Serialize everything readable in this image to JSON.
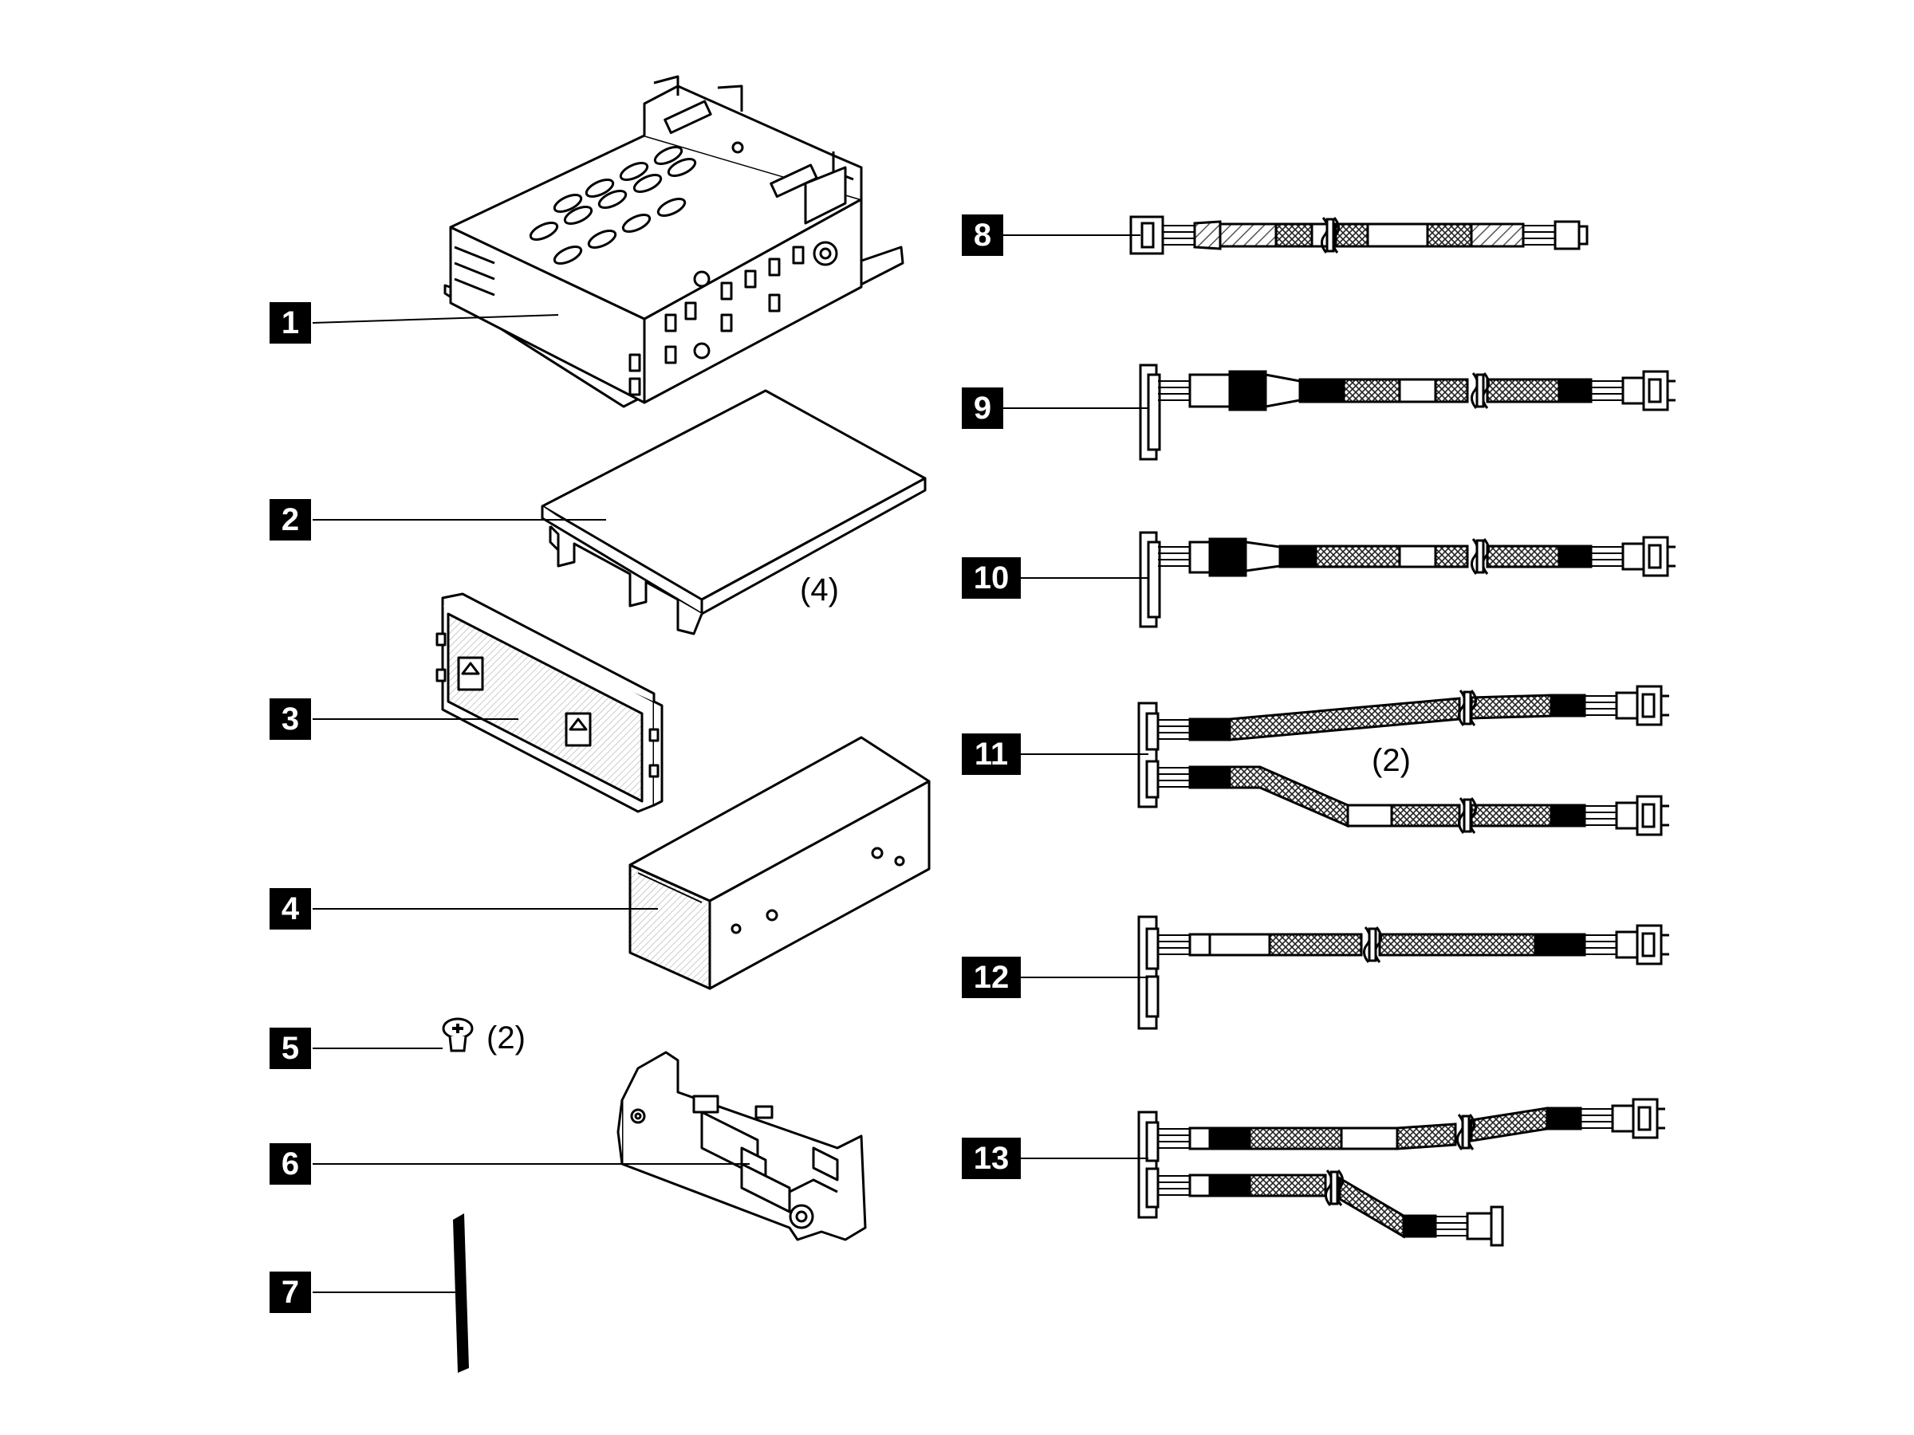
{
  "callouts": [
    "1",
    "2",
    "3",
    "4",
    "5",
    "6",
    "7",
    "8",
    "9",
    "10",
    "11",
    "12",
    "13"
  ],
  "quantities": {
    "q2": "(4)",
    "q5": "(2)",
    "q11": "(2)"
  },
  "colors": {
    "ink": "#000000",
    "paper": "#ffffff",
    "shade": "#bdbdbd"
  },
  "icons": {
    "part1": "drive-cage-icon",
    "part2": "drive-tray-icon",
    "part3": "backplane-board-icon",
    "part4": "drive-filler-icon",
    "part5": "screw-icon",
    "part6": "backplane-bracket-icon",
    "part7": "label-strip-icon",
    "cables": "cable-icon"
  }
}
